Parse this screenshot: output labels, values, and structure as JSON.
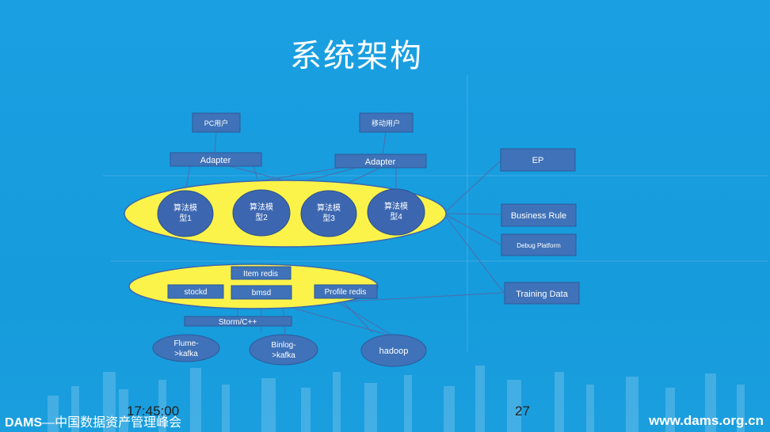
{
  "slide": {
    "title": "系统架构",
    "time": "17:45:00",
    "page_number": "27",
    "footer_brand": "DAMS",
    "footer_text": "—中国数据资产管理峰会",
    "footer_url": "www.dams.org.cn"
  },
  "diagram": {
    "users": [
      "PC用户",
      "移动用户"
    ],
    "adapters": [
      "Adapter",
      "Adapter"
    ],
    "models": [
      "算法模\n型1",
      "算法模\n型2",
      "算法模\n型3",
      "算法模\n型4"
    ],
    "storage": {
      "item_redis": "Item redis",
      "stockd": "stockd",
      "bmsd": "bmsd",
      "profile_redis": "Profile redis"
    },
    "stream": "Storm/C++",
    "sources": [
      "Flume-\n>kafka",
      "Binlog-\n>kafka",
      "hadoop"
    ],
    "side_boxes": [
      "EP",
      "Business Rule",
      "Debug Platform",
      "Training Data"
    ]
  },
  "colors": {
    "background": "#1b9ee0",
    "box_fill": "#3f72b8",
    "ellipse_fill": "#fbf34a",
    "model_fill": "#3c67b0",
    "line": "#5a6fa8"
  }
}
